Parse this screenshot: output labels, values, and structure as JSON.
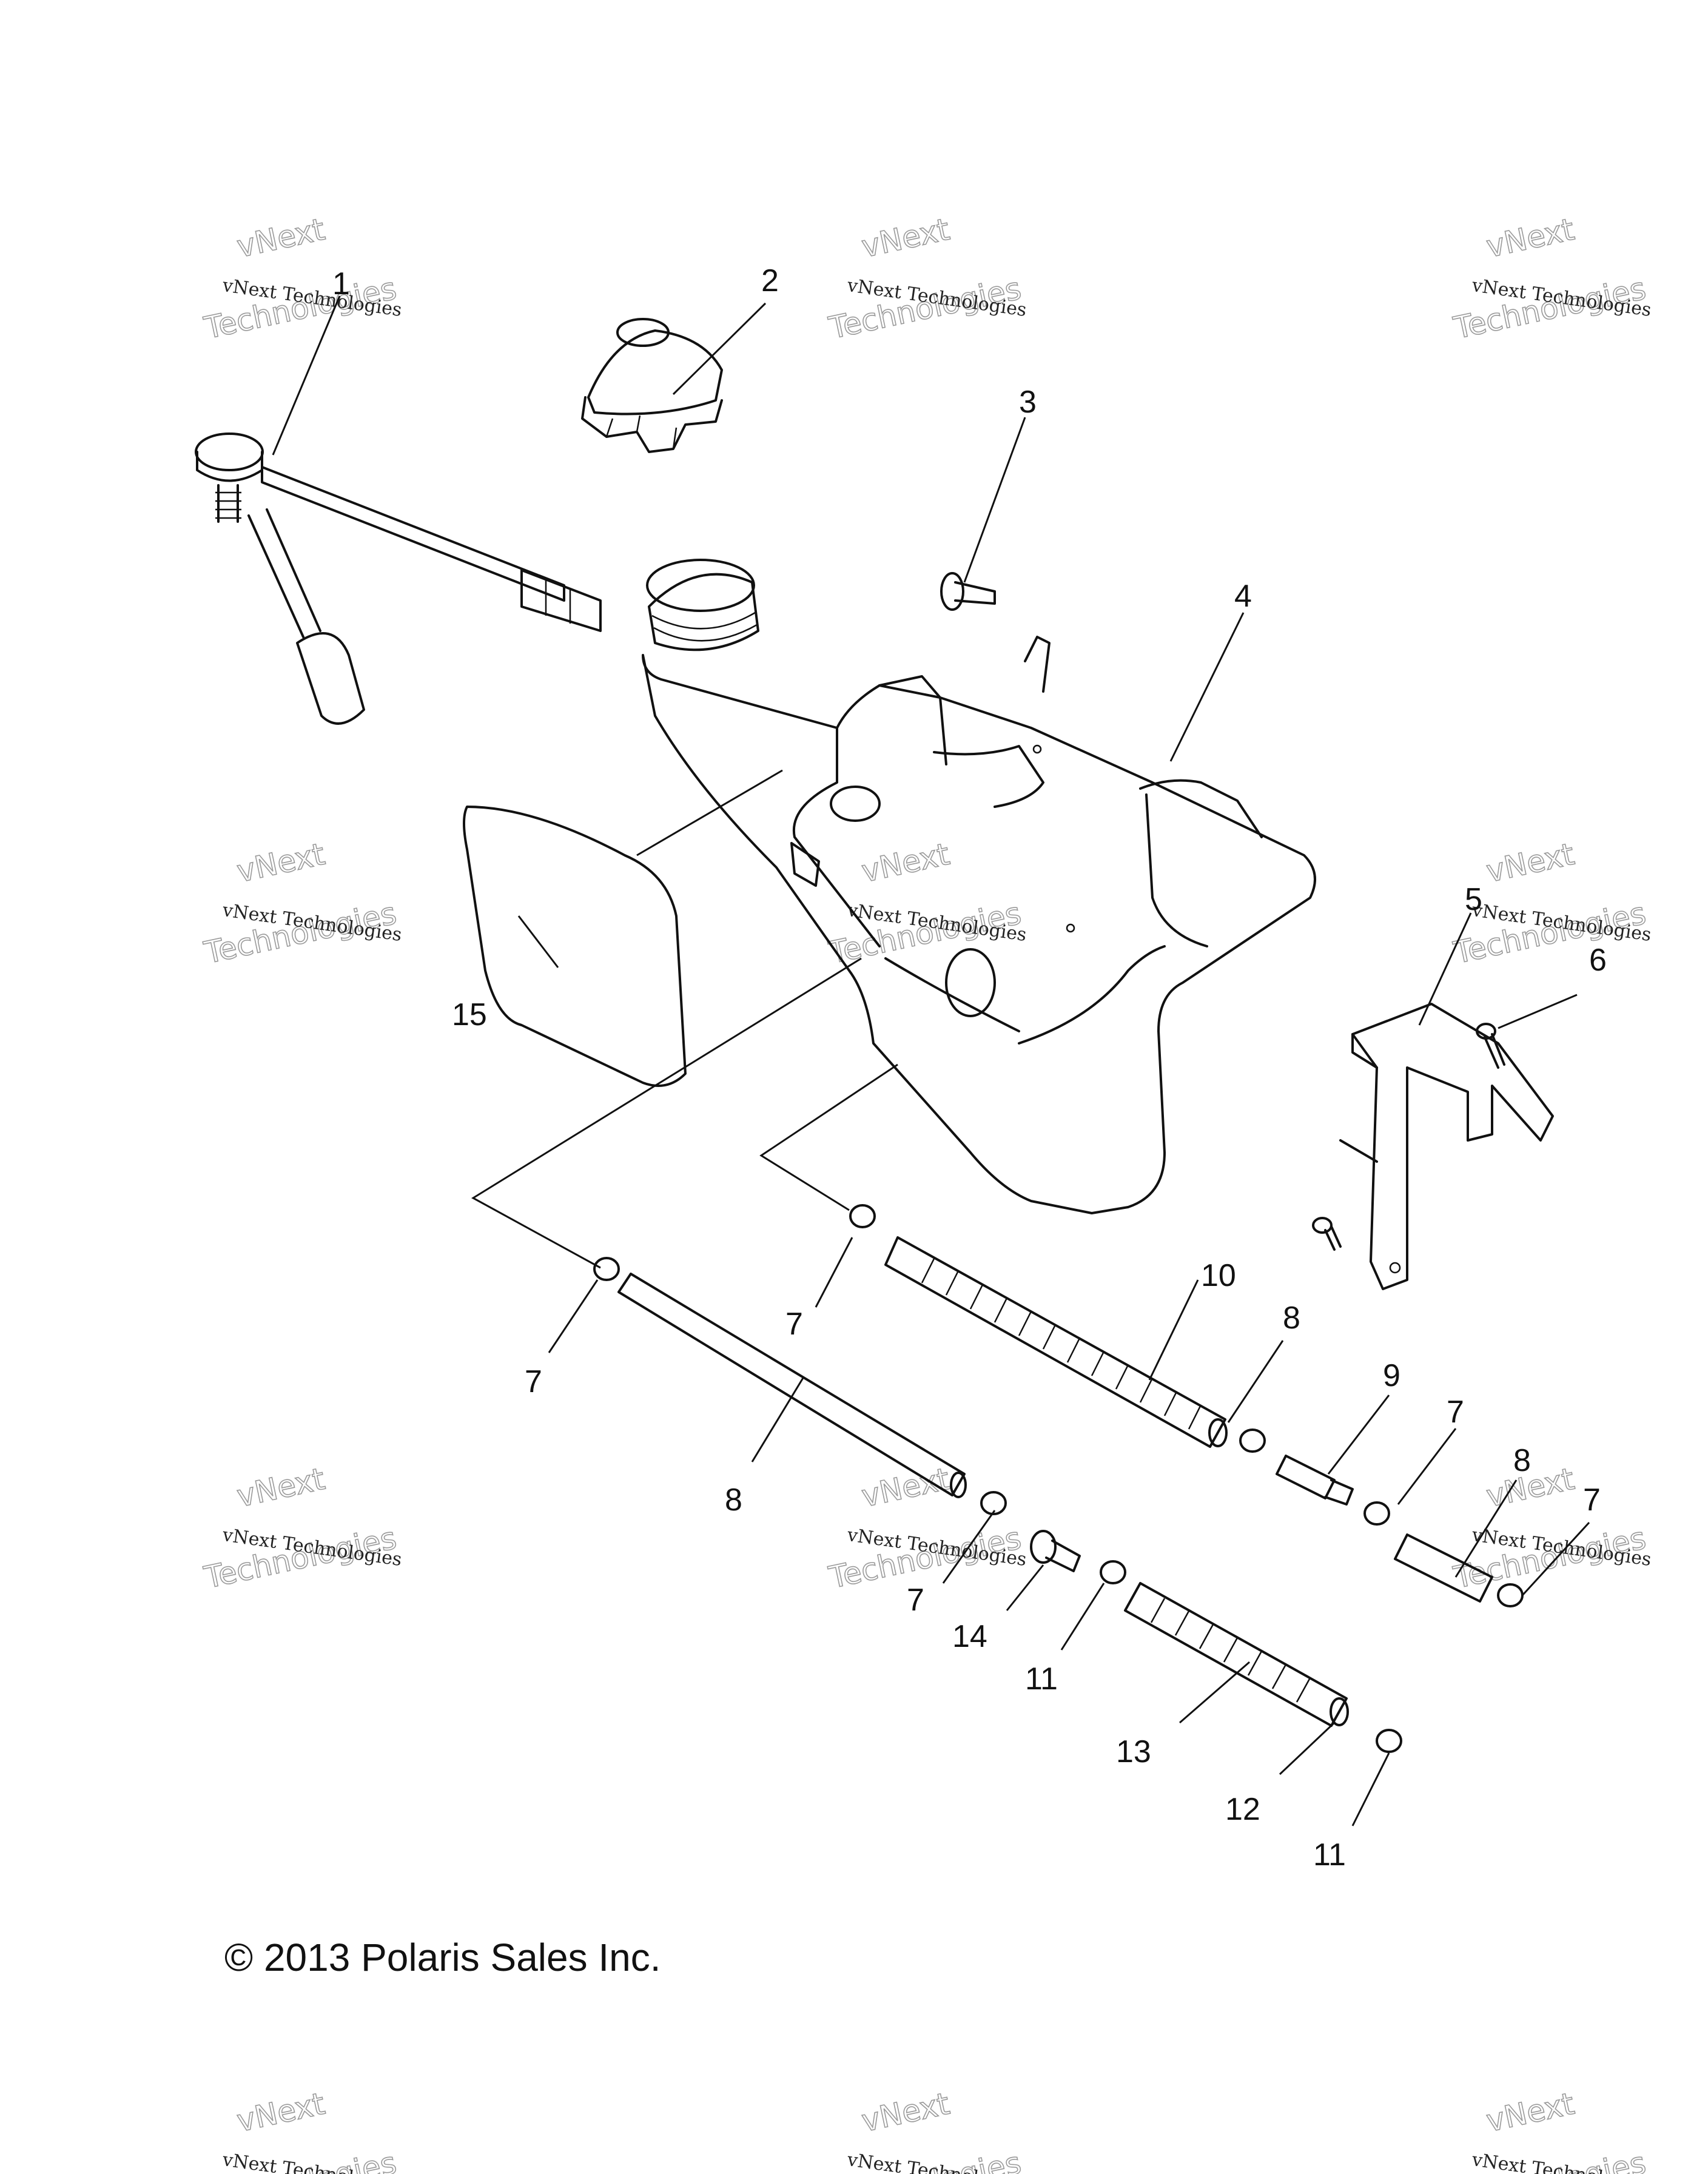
{
  "callouts": {
    "c1": "1",
    "c2": "2",
    "c3": "3",
    "c4": "4",
    "c5": "5",
    "c6": "6",
    "c7a": "7",
    "c7b": "7",
    "c7c": "7",
    "c7d": "7",
    "c7e": "7",
    "c8a": "8",
    "c8b": "8",
    "c8c": "8",
    "c9": "9",
    "c10": "10",
    "c11a": "11",
    "c11b": "11",
    "c12": "12",
    "c13": "13",
    "c14": "14",
    "c15": "15"
  },
  "watermark": {
    "line1": "vNext Technologies",
    "line2": "vNext",
    "line3": "Technologies"
  },
  "copyright": "© 2013 Polaris Sales Inc."
}
